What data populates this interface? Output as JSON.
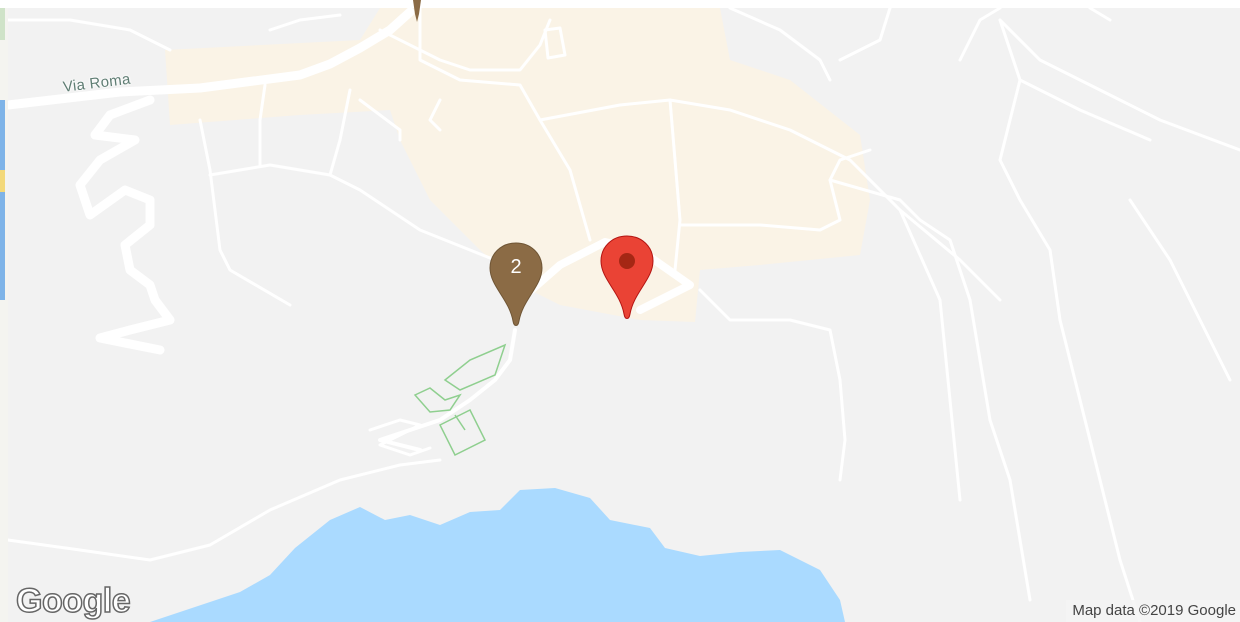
{
  "map": {
    "road_label": "Via Roma",
    "cluster_marker": {
      "count": "2",
      "color": "#8b6b45"
    },
    "selected_marker": {
      "color": "#ea4335",
      "dot_color": "#a52714"
    },
    "edge_marker": {
      "color": "#8b6b45"
    },
    "colors": {
      "land": "#f2f2f2",
      "urban": "#faf3e6",
      "water": "#aadaff",
      "road": "#ffffff",
      "park_outline": "#8fcf8f"
    }
  },
  "footer": {
    "logo": "Google",
    "attribution": "Map data ©2019 Google"
  }
}
